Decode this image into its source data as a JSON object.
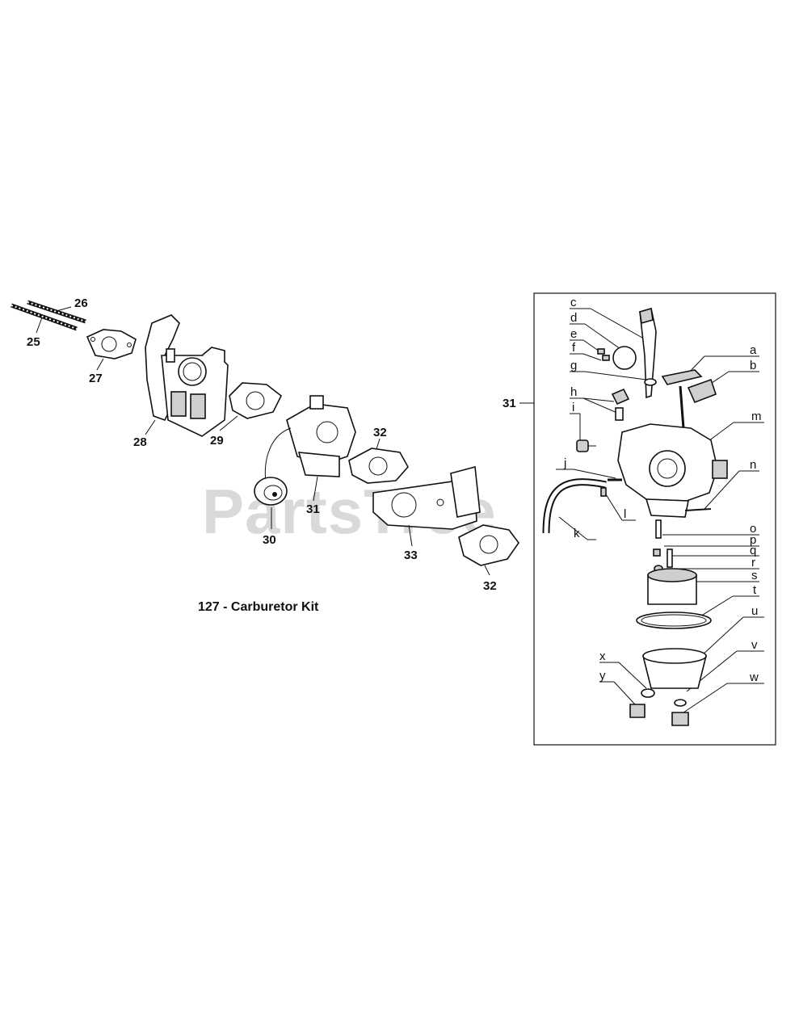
{
  "watermark": "PartsTree",
  "caption": "127 - Carburetor Kit",
  "callouts": [
    "25",
    "26",
    "27",
    "28",
    "29",
    "30",
    "31",
    "32",
    "33",
    "32",
    "31"
  ],
  "letters": [
    "a",
    "b",
    "c",
    "d",
    "e",
    "f",
    "g",
    "h",
    "i",
    "j",
    "k",
    "l",
    "m",
    "n",
    "o",
    "p",
    "q",
    "r",
    "s",
    "t",
    "u",
    "v",
    "w",
    "x",
    "y"
  ]
}
